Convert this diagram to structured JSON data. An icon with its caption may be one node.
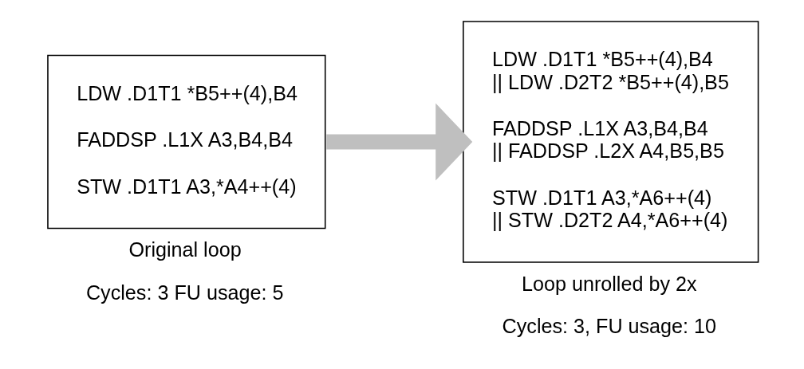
{
  "diagram": {
    "nodes": [
      {
        "text": [
          "LDW .D1T1 *B5++(4),B4",
          "FADDSP .L1X A3,B4,B4",
          "STW .D1T1 A3,*A4++(4)"
        ],
        "beside": [
          "Original loop",
          "Cycles: 3 FU usage: 5"
        ]
      },
      {
        "text": [
          "LDW .D1T1 *B5++(4),B4 || LDW .D2T2 *B5++(4),B5",
          "FADDSP .L1X A3,B4,B4 || FADDSP .L2X A4,B5,B5",
          "STW .D1T1 A3,*A6++(4) || STW .D2T2 A4,*A6++(4)"
        ],
        "beside": [
          "Loop unrolled by 2x",
          "Cycles: 3, FU usage: 10"
        ]
      }
    ],
    "edges": [
      {
        "from": 0,
        "to": 1,
        "arrow": "to"
      }
    ]
  }
}
